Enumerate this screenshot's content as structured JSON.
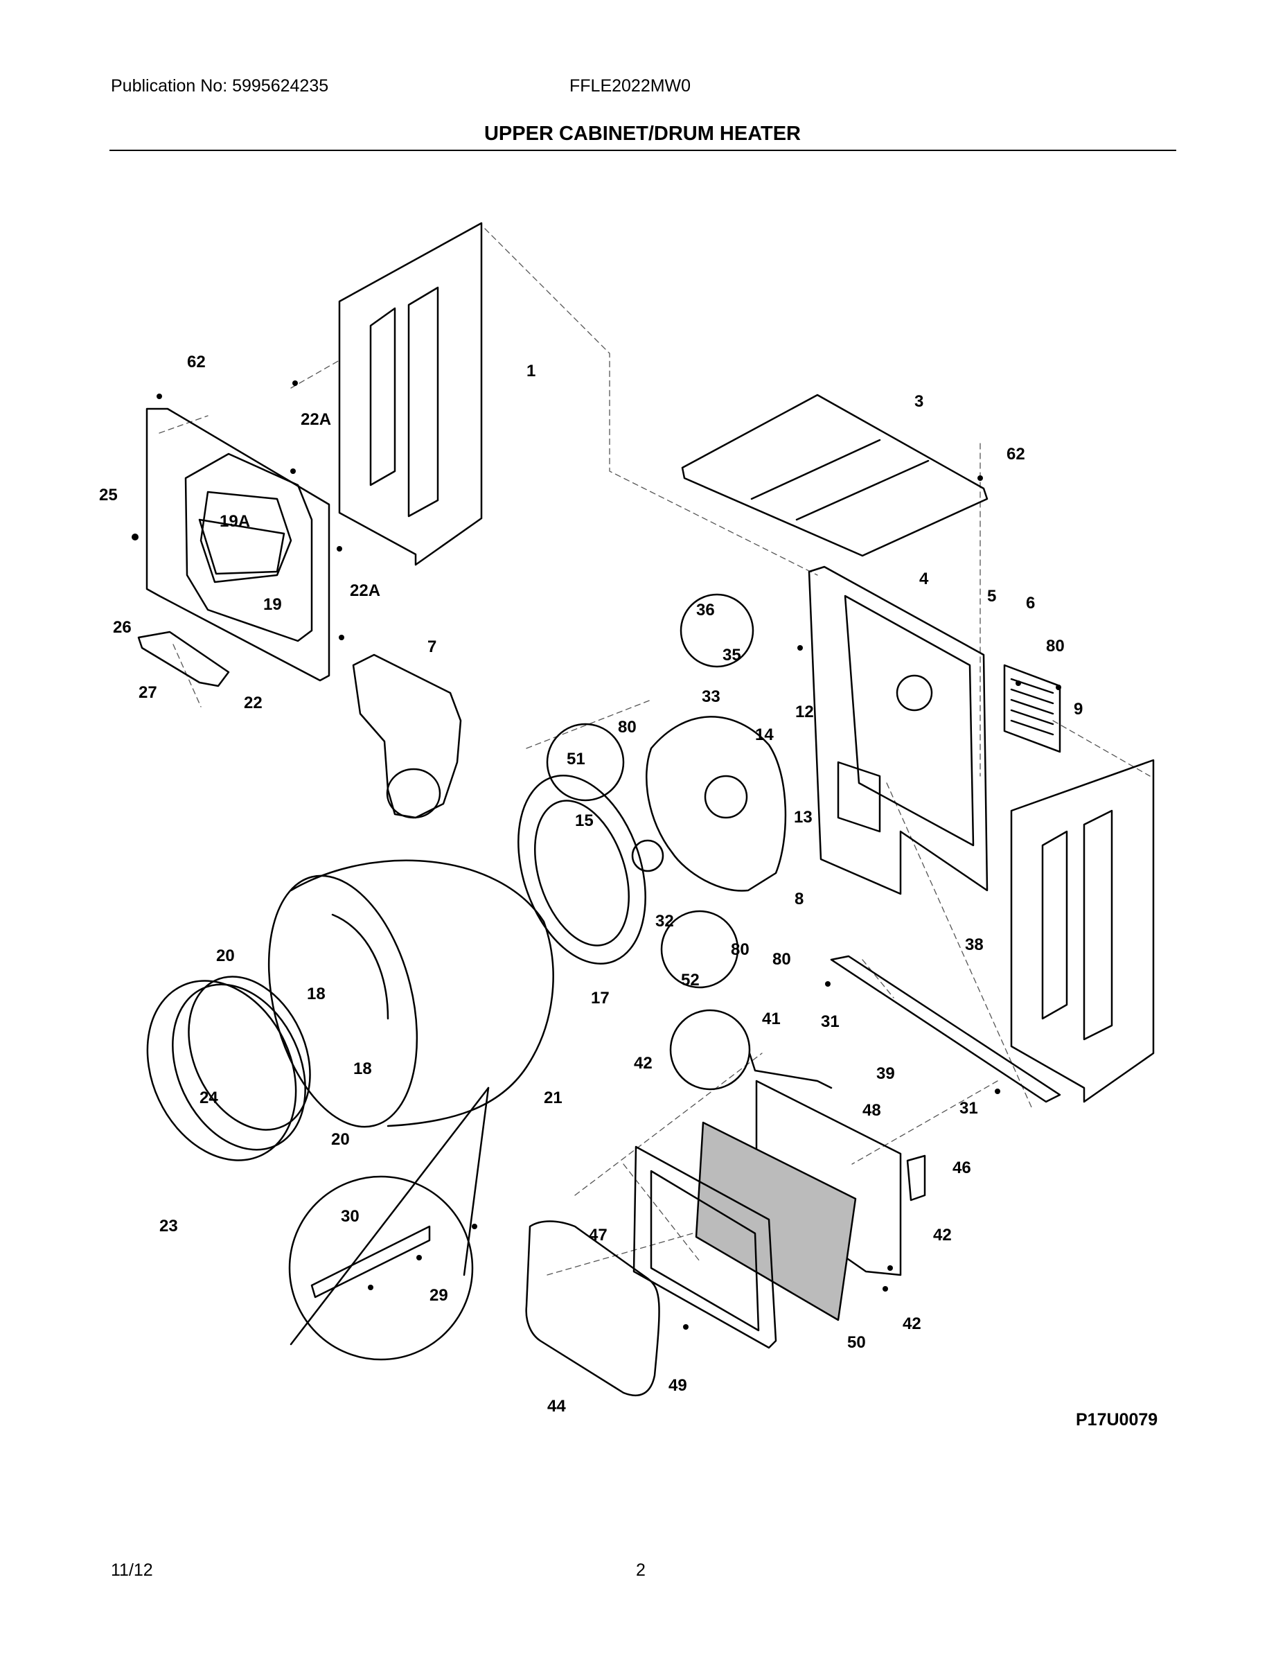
{
  "header": {
    "publication": "Publication No: 5995624235",
    "model": "FFLE2022MW0",
    "title": "UPPER CABINET/DRUM HEATER"
  },
  "diagram": {
    "figure_code": "P17U0079",
    "labels": {
      "l1": "1",
      "l3": "3",
      "l4": "4",
      "l5": "5",
      "l6": "6",
      "l7": "7",
      "l8": "8",
      "l9": "9",
      "l12": "12",
      "l13": "13",
      "l14": "14",
      "l15": "15",
      "l17": "17",
      "l18a": "18",
      "l18b": "18",
      "l19": "19",
      "l19a": "19A",
      "l20a": "20",
      "l20b": "20",
      "l21": "21",
      "l22": "22",
      "l22a1": "22A",
      "l22a2": "22A",
      "l23": "23",
      "l24": "24",
      "l25": "25",
      "l26": "26",
      "l27": "27",
      "l29": "29",
      "l30": "30",
      "l31a": "31",
      "l31b": "31",
      "l32": "32",
      "l33": "33",
      "l35": "35",
      "l36": "36",
      "l38": "38",
      "l39": "39",
      "l41": "41",
      "l42a": "42",
      "l42b": "42",
      "l42c": "42",
      "l44": "44",
      "l46": "46",
      "l47": "47",
      "l48": "48",
      "l49": "49",
      "l50": "50",
      "l51": "51",
      "l52": "52",
      "l62a": "62",
      "l62b": "62",
      "l80a": "80",
      "l80b": "80",
      "l80c": "80",
      "l80d": "80"
    }
  },
  "footer": {
    "date": "11/12",
    "page": "2"
  }
}
